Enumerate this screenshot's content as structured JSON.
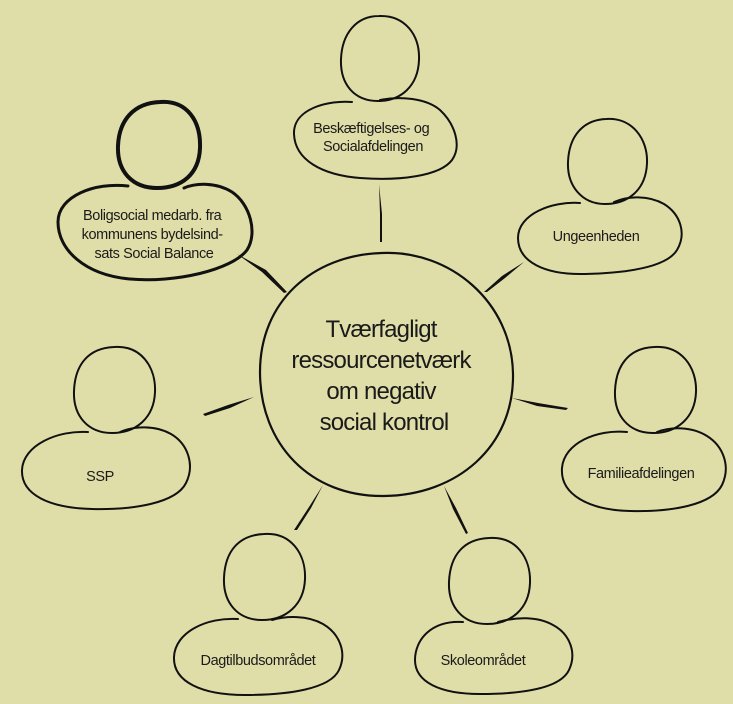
{
  "center": {
    "lines": [
      "Tværfagligt",
      "ressourcenetværk",
      "om negativ",
      "social kontrol"
    ]
  },
  "nodes": [
    {
      "id": "beskaeftigelses",
      "lines": [
        "Beskæftigelses- og",
        "Socialafdelingen"
      ]
    },
    {
      "id": "boligsocial",
      "lines": [
        "Boligsocial medarb. fra",
        "kommunens bydelsind-",
        "sats Social Balance"
      ]
    },
    {
      "id": "ungeenheden",
      "lines": [
        "Ungeenheden"
      ]
    },
    {
      "id": "ssp",
      "lines": [
        "SSP"
      ]
    },
    {
      "id": "familieafdelingen",
      "lines": [
        "Familieafdelingen"
      ]
    },
    {
      "id": "dagtilbud",
      "lines": [
        "Dagtilbudsområdet"
      ]
    },
    {
      "id": "skoleomraadet",
      "lines": [
        "Skoleområdet"
      ]
    }
  ]
}
